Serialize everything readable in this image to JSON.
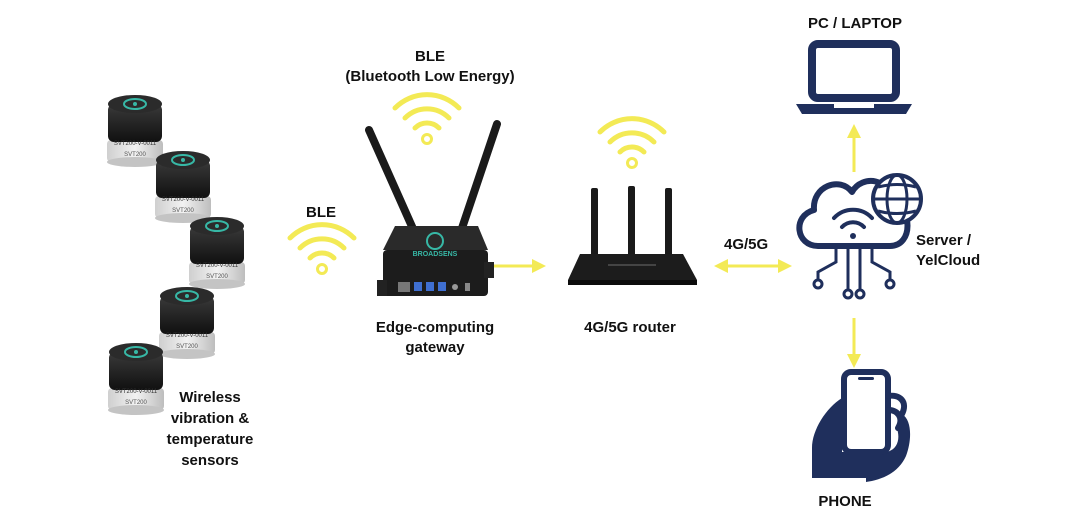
{
  "labels": {
    "ble_top_line1": "BLE",
    "ble_top_line2": "(Bluetooth Low Energy)",
    "ble_left": "BLE",
    "gateway_line1": "Edge-computing",
    "gateway_line2": "gateway",
    "router": "4G/5G router",
    "link": "4G/5G",
    "server_line1": "Server /",
    "server_line2": "YelCloud",
    "pc": "PC / LAPTOP",
    "phone": "PHONE",
    "sensors_line1": "Wireless",
    "sensors_line2": "vibration &",
    "sensors_line3": "temperature",
    "sensors_line4": "sensors"
  },
  "sensor_caption": "SVT200-V-0011",
  "sensor_caption_small": "SVT200",
  "gateway_brand": "BROADSENS",
  "colors": {
    "wifi": "#f3ea55",
    "arrow": "#f3ea55",
    "navy": "#1f2f5c",
    "device": "#1c1c1c",
    "teal": "#37b8a6"
  },
  "icons": [
    "wifi-icon",
    "laptop-icon",
    "cloud-icon",
    "globe-icon",
    "phone-icon",
    "router-icon",
    "gateway-icon",
    "sensor-icon"
  ]
}
